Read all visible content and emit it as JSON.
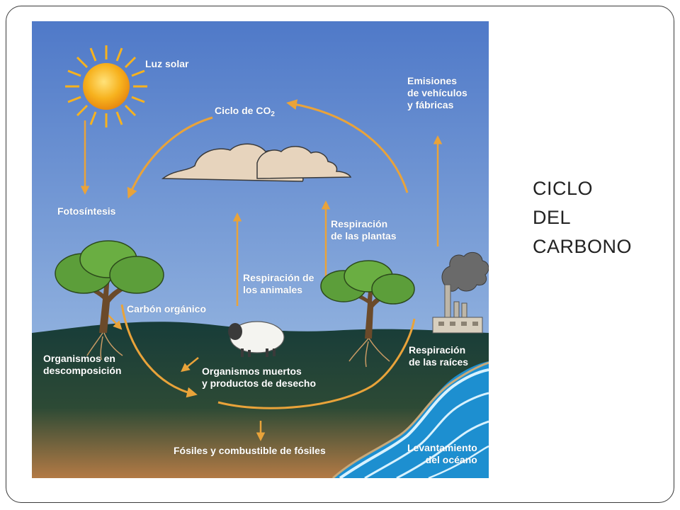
{
  "slide": {
    "title": "CICLO\nDEL\nCARBONO"
  },
  "diagram": {
    "labels": {
      "sunlight": "Luz solar",
      "co2_cycle_prefix": "Ciclo de CO",
      "co2_cycle_sub": "2",
      "emissions": "Emisiones\nde vehículos\ny fábricas",
      "photosynthesis": "Fotosíntesis",
      "plant_respiration": "Respiración\nde las plantas",
      "animal_respiration": "Respiración de\nlos animales",
      "organic_carbon": "Carbón orgánico",
      "decomposing_organisms": "Organismos en\ndescomposición",
      "dead_organisms": "Organismos muertos\ny productos de desecho",
      "root_respiration": "Respiración\nde las raíces",
      "fossils": "Fósiles y combustible de fósiles",
      "ocean_uplift": "Levantamiento\ndel océano"
    },
    "colors": {
      "sky_top": "#4f79c8",
      "sky_bottom": "#8fb0de",
      "ground_top": "#173c39",
      "ground_bottom": "#b37a45",
      "arrow": "#e9a33a",
      "sun": "#f7b21e",
      "ocean": "#1d8fd0",
      "tree_foliage": "#5c9e3a",
      "cloud": "#e7d4bd"
    },
    "icons": [
      "sun-icon",
      "cloud-icon",
      "tree-icon",
      "sheep-icon",
      "factory-icon",
      "ocean-icon"
    ]
  }
}
